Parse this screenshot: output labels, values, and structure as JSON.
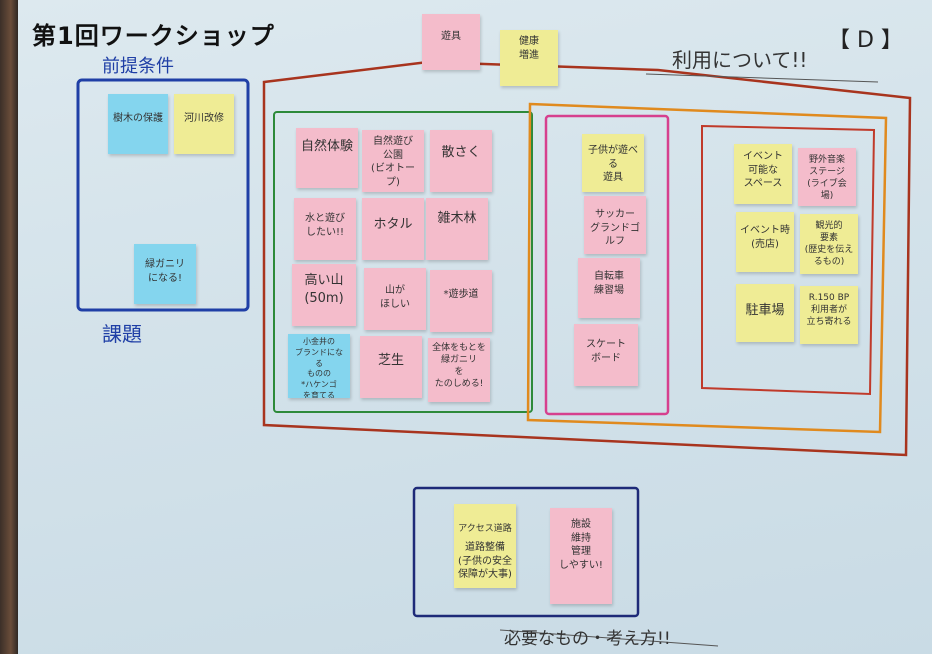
{
  "title": "第1回ワークショップ",
  "group_label": "【 D 】",
  "headings": {
    "premise": "前提条件",
    "issues": "課題",
    "usage": "利用について!!",
    "needs": "必要なもの・考え方!!"
  },
  "colors": {
    "board": "#d8e6ed",
    "blue_frame": "#1f3fa6",
    "red_frame": "#a8341e",
    "green_frame": "#2d8a3a",
    "orange_frame": "#e08a1e",
    "magenta_frame": "#d6408e",
    "navy_frame": "#1e2a78",
    "note_pink": "#f4bccb",
    "note_yellow": "#efec95",
    "note_cyan": "#84d5ee"
  },
  "notes": {
    "top_pink": "遊具",
    "top_yellow": "健康\n増進",
    "premise_cyan": "樹木の保護",
    "premise_yellow": "河川改修",
    "issue_cyan": "緑ガニリ\nになる!",
    "g1": "自然体験",
    "g2": "自然遊び\n公園\n(ビオトープ)",
    "g3": "散さく",
    "g4": "水と遊び\nしたい!!",
    "g5": "ホタル",
    "g6": "雑木林",
    "g7": "高い山\n(50m)",
    "g8": "山が\nほしい",
    "g9": "*遊歩道",
    "g10": "小金井の\nブランドになる\nものの\n*ハケンゴ\nを育てる",
    "g11": "芝生",
    "g12": "全体をもとを\n緑ガニリ\nを\nたのしめる!",
    "m1": "子供が遊べる\n遊具",
    "m2": "サッカー\nグランドゴルフ",
    "m3": "自転車\n練習場",
    "m4": "スケート\nボード",
    "o1": "イベント\n可能な\nスペース",
    "o2": "野外音楽\nステージ\n(ライブ会場)",
    "o3": "イベント時\n(売店)",
    "o4": "観光的\n要素\n(歴史を伝えるもの)",
    "o5": "駐車場",
    "o6": "R.150 BP\n利用者が\n立ち寄れる",
    "n1_top": "アクセス道路",
    "n1": "道路整備\n(子供の安全\n保障が大事)",
    "n2": "施設\n維持\n管理\nしやすい!"
  }
}
